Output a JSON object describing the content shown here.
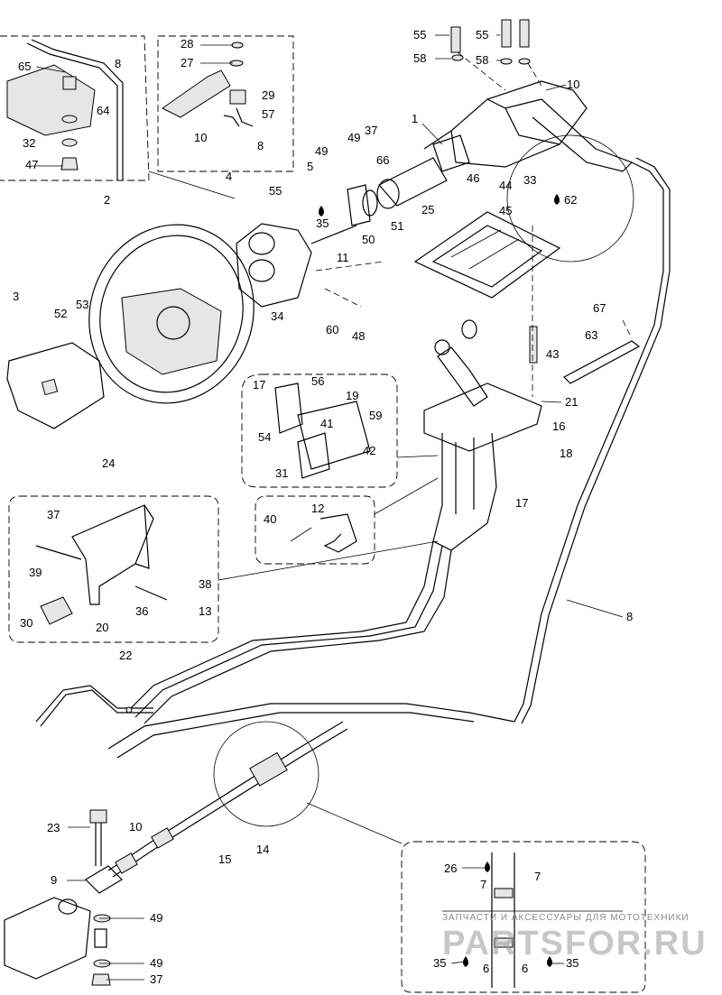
{
  "callouts": [
    {
      "id": "c65a",
      "text": "65"
    },
    {
      "id": "c8a",
      "text": "8"
    },
    {
      "id": "c64",
      "text": "64"
    },
    {
      "id": "c32",
      "text": "32"
    },
    {
      "id": "c47",
      "text": "47"
    },
    {
      "id": "c28",
      "text": "28"
    },
    {
      "id": "c27",
      "text": "27"
    },
    {
      "id": "c29",
      "text": "29"
    },
    {
      "id": "c57",
      "text": "57"
    },
    {
      "id": "c10a",
      "text": "10"
    },
    {
      "id": "c8b",
      "text": "8"
    },
    {
      "id": "c55a",
      "text": "55"
    },
    {
      "id": "c55b",
      "text": "55"
    },
    {
      "id": "c58a",
      "text": "58"
    },
    {
      "id": "c58b",
      "text": "58"
    },
    {
      "id": "c10b",
      "text": "10"
    },
    {
      "id": "c1",
      "text": "1"
    },
    {
      "id": "c37a",
      "text": "37"
    },
    {
      "id": "c49a",
      "text": "49"
    },
    {
      "id": "c49b",
      "text": "49"
    },
    {
      "id": "c5",
      "text": "5"
    },
    {
      "id": "c66",
      "text": "66"
    },
    {
      "id": "c46",
      "text": "46"
    },
    {
      "id": "c33",
      "text": "33"
    },
    {
      "id": "c44",
      "text": "44"
    },
    {
      "id": "c62",
      "text": "62"
    },
    {
      "id": "c55c",
      "text": "55"
    },
    {
      "id": "c35a",
      "text": "35"
    },
    {
      "id": "c50",
      "text": "50"
    },
    {
      "id": "c51",
      "text": "51"
    },
    {
      "id": "c45",
      "text": "45"
    },
    {
      "id": "c25",
      "text": "25"
    },
    {
      "id": "c2",
      "text": "2"
    },
    {
      "id": "c4",
      "text": "4"
    },
    {
      "id": "c11",
      "text": "11"
    },
    {
      "id": "c3",
      "text": "3"
    },
    {
      "id": "c52",
      "text": "52"
    },
    {
      "id": "c53",
      "text": "53"
    },
    {
      "id": "c34",
      "text": "34"
    },
    {
      "id": "c60",
      "text": "60"
    },
    {
      "id": "c48",
      "text": "48"
    },
    {
      "id": "c67",
      "text": "67"
    },
    {
      "id": "c63",
      "text": "63"
    },
    {
      "id": "c43",
      "text": "43"
    },
    {
      "id": "c24",
      "text": "24"
    },
    {
      "id": "c17a",
      "text": "17"
    },
    {
      "id": "c56",
      "text": "56"
    },
    {
      "id": "c19",
      "text": "19"
    },
    {
      "id": "c54",
      "text": "54"
    },
    {
      "id": "c41",
      "text": "41"
    },
    {
      "id": "c59",
      "text": "59"
    },
    {
      "id": "c42",
      "text": "42"
    },
    {
      "id": "c31",
      "text": "31"
    },
    {
      "id": "c21",
      "text": "21"
    },
    {
      "id": "c16",
      "text": "16"
    },
    {
      "id": "c18",
      "text": "18"
    },
    {
      "id": "c17b",
      "text": "17"
    },
    {
      "id": "c37b",
      "text": "37"
    },
    {
      "id": "c12",
      "text": "12"
    },
    {
      "id": "c40",
      "text": "40"
    },
    {
      "id": "c39",
      "text": "39"
    },
    {
      "id": "c38",
      "text": "38"
    },
    {
      "id": "c30",
      "text": "30"
    },
    {
      "id": "c36",
      "text": "36"
    },
    {
      "id": "c13",
      "text": "13"
    },
    {
      "id": "c20",
      "text": "20"
    },
    {
      "id": "c22",
      "text": "22"
    },
    {
      "id": "c8c",
      "text": "8"
    },
    {
      "id": "c23",
      "text": "23"
    },
    {
      "id": "c10c",
      "text": "10"
    },
    {
      "id": "c15",
      "text": "15"
    },
    {
      "id": "c14",
      "text": "14"
    },
    {
      "id": "c9",
      "text": "9"
    },
    {
      "id": "c49c",
      "text": "49"
    },
    {
      "id": "c49d",
      "text": "49"
    },
    {
      "id": "c37c",
      "text": "37"
    },
    {
      "id": "c26",
      "text": "26"
    },
    {
      "id": "c7a",
      "text": "7"
    },
    {
      "id": "c7b",
      "text": "7"
    },
    {
      "id": "c35b",
      "text": "35"
    },
    {
      "id": "c6a",
      "text": "6"
    },
    {
      "id": "c6b",
      "text": "6"
    },
    {
      "id": "c35c",
      "text": "35"
    }
  ],
  "watermark": {
    "tagline": "ЗАПЧАСТИ И АКСЕССУАРЫ ДЛЯ МОТОТЕХНИКИ",
    "brand": "PARTSFOR.RU"
  },
  "colors": {
    "ink": "#000000",
    "background": "#ffffff",
    "watermark": "#9a9a9a"
  }
}
